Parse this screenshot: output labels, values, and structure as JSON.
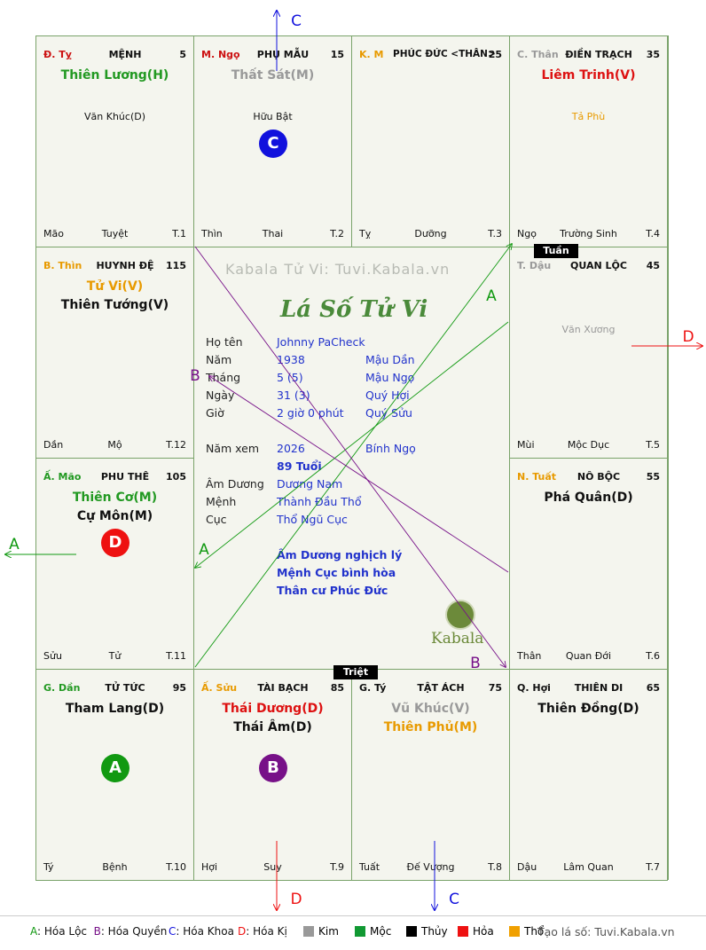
{
  "palaces": [
    {
      "branch": "Đ. Tỵ",
      "branch_color": "#cc1111",
      "name": "MỆNH",
      "number": "5",
      "stars_major": [
        {
          "text": "Thiên Lương(H)",
          "color": "#229922"
        }
      ],
      "stars_minor": [
        {
          "text": "Văn Khúc(D)",
          "color": "#111111"
        }
      ],
      "phase_left": "Mão",
      "phase_center": "Tuyệt",
      "phase_right": "T.1"
    },
    {
      "branch": "M. Ngọ",
      "branch_color": "#cc1111",
      "name": "PHỤ MẪU",
      "number": "15",
      "stars_major": [
        {
          "text": "Thất Sát(M)",
          "color": "#999999"
        }
      ],
      "stars_minor": [
        {
          "text": "Hữu Bật",
          "color": "#111111"
        }
      ],
      "phase_left": "Thìn",
      "phase_center": "Thai",
      "phase_right": "T.2"
    },
    {
      "branch": "K. M",
      "branch_color": "#e89a00",
      "name": "PHÚC ĐỨC <THÂN>",
      "number": "25",
      "stars_major": [],
      "stars_minor": [],
      "phase_left": "Tỵ",
      "phase_center": "Dưỡng",
      "phase_right": "T.3"
    },
    {
      "branch": "C. Thân",
      "branch_color": "#999999",
      "name": "ĐIỀN TRẠCH",
      "number": "35",
      "stars_major": [
        {
          "text": "Liêm Trinh(V)",
          "color": "#dd1111"
        }
      ],
      "stars_minor": [
        {
          "text": "Tả Phù",
          "color": "#e89a00"
        }
      ],
      "phase_left": "Ngọ",
      "phase_center": "Trường Sinh",
      "phase_right": "T.4"
    },
    {
      "branch": "T. Dậu",
      "branch_color": "#999999",
      "name": "QUAN LỘC",
      "number": "45",
      "stars_major": [],
      "stars_minor": [
        {
          "text": "Văn Xương",
          "color": "#999999"
        }
      ],
      "phase_left": "Mùi",
      "phase_center": "Mộc Dục",
      "phase_right": "T.5"
    },
    {
      "branch": "N. Tuất",
      "branch_color": "#e89a00",
      "name": "NÔ BỘC",
      "number": "55",
      "stars_major": [
        {
          "text": "Phá Quân(D)",
          "color": "#111111"
        }
      ],
      "stars_minor": [],
      "phase_left": "Thân",
      "phase_center": "Quan Đới",
      "phase_right": "T.6"
    },
    {
      "branch": "Q. Hợi",
      "branch_color": "#111111",
      "name": "THIÊN DI",
      "number": "65",
      "stars_major": [
        {
          "text": "Thiên Đồng(D)",
          "color": "#111111"
        }
      ],
      "stars_minor": [],
      "phase_left": "Dậu",
      "phase_center": "Lâm Quan",
      "phase_right": "T.7"
    },
    {
      "branch": "G. Tý",
      "branch_color": "#111111",
      "name": "TẬT ÁCH",
      "number": "75",
      "stars_major": [
        {
          "text": "Vũ Khúc(V)",
          "color": "#999999"
        },
        {
          "text": "Thiên Phủ(M)",
          "color": "#e89a00"
        }
      ],
      "stars_minor": [],
      "phase_left": "Tuất",
      "phase_center": "Đế Vượng",
      "phase_right": "T.8"
    },
    {
      "branch": "Ấ. Sửu",
      "branch_color": "#e89a00",
      "name": "TÀI BẠCH",
      "number": "85",
      "stars_major": [
        {
          "text": "Thái Dương(D)",
          "color": "#dd1111"
        },
        {
          "text": "Thái Âm(D)",
          "color": "#111111"
        }
      ],
      "stars_minor": [],
      "phase_left": "Hợi",
      "phase_center": "Suy",
      "phase_right": "T.9"
    },
    {
      "branch": "G. Dần",
      "branch_color": "#229922",
      "name": "TỬ TỨC",
      "number": "95",
      "stars_major": [
        {
          "text": "Tham Lang(D)",
          "color": "#111111"
        }
      ],
      "stars_minor": [],
      "phase_left": "Tý",
      "phase_center": "Bệnh",
      "phase_right": "T.10"
    },
    {
      "branch": "Ấ. Mão",
      "branch_color": "#229922",
      "name": "PHU THÊ",
      "number": "105",
      "stars_major": [
        {
          "text": "Thiên Cơ(M)",
          "color": "#229922"
        },
        {
          "text": "Cự Môn(M)",
          "color": "#111111"
        }
      ],
      "stars_minor": [],
      "phase_left": "Sửu",
      "phase_center": "Tử",
      "phase_right": "T.11"
    },
    {
      "branch": "B. Thìn",
      "branch_color": "#e89a00",
      "name": "HUYNH ĐỆ",
      "number": "115",
      "stars_major": [
        {
          "text": "Tử Vi(V)",
          "color": "#e89a00"
        },
        {
          "text": "Thiên Tướng(V)",
          "color": "#111111"
        }
      ],
      "stars_minor": [],
      "phase_left": "Dần",
      "phase_center": "Mộ",
      "phase_right": "T.12"
    }
  ],
  "hoa_markers": [
    {
      "palace": 0,
      "letter": "",
      "color": ""
    },
    {
      "palace": 1,
      "letter": "C",
      "color": "#1111dd"
    },
    {
      "palace": 10,
      "letter": "D",
      "color": "#ee1111"
    },
    {
      "palace": 9,
      "letter": "A",
      "color": "#119911"
    },
    {
      "palace": 8,
      "letter": "B",
      "color": "#771188"
    }
  ],
  "tags": {
    "tuan": "Tuần",
    "triet": "Triệt"
  },
  "center": {
    "watermark": "Kabala Tử Vi: Tuvi.Kabala.vn",
    "title": "Lá Số Tử Vi",
    "brand": "Kabala",
    "rows": [
      {
        "label": "Họ tên",
        "value": "Johnny PaCheck",
        "extra": ""
      },
      {
        "label": "Năm",
        "value": "1938",
        "extra": "Mậu Dần"
      },
      {
        "label": "Tháng",
        "value": "5  (5)",
        "extra": "Mậu Ngọ"
      },
      {
        "label": "Ngày",
        "value": "31  (3)",
        "extra": "Quý Hợi"
      },
      {
        "label": "Giờ",
        "value": "2 giờ 0 phút",
        "extra": "Quý Sửu"
      }
    ],
    "year_view": {
      "label": "Năm xem",
      "value": "2026",
      "extra": "Bính Ngọ"
    },
    "age": "89 Tuổi",
    "rows2": [
      {
        "label": "Âm Dương",
        "value": "Dương Nam"
      },
      {
        "label": "Mệnh",
        "value": "Thành Đầu Thổ"
      },
      {
        "label": "Cục",
        "value": "Thổ Ngũ Cục"
      }
    ],
    "notes": [
      "Âm Dương nghịch lý",
      "Mệnh Cục bình hòa",
      "Thân cư Phúc Đức"
    ]
  },
  "arrow_labels": [
    {
      "text": "C",
      "color": "#1111dd"
    },
    {
      "text": "D",
      "color": "#ee1111"
    },
    {
      "text": "A",
      "color": "#119911"
    },
    {
      "text": "D",
      "color": "#ee1111"
    },
    {
      "text": "C",
      "color": "#1111dd"
    },
    {
      "text": "A",
      "color": "#119911"
    },
    {
      "text": "A",
      "color": "#119911"
    },
    {
      "text": "B",
      "color": "#771188"
    },
    {
      "text": "B",
      "color": "#771188"
    }
  ],
  "footer": {
    "hoa": [
      {
        "key": "A",
        "text": ": Hóa Lộc",
        "color": "#119911"
      },
      {
        "key": "B",
        "text": ": Hóa Quyền",
        "color": "#771188"
      },
      {
        "key": "C",
        "text": ": Hóa Khoa",
        "color": "#1111dd"
      },
      {
        "key": "D",
        "text": ": Hóa Kị",
        "color": "#ee1111"
      }
    ],
    "elements": [
      {
        "name": "Kim",
        "color": "#999999"
      },
      {
        "name": "Mộc",
        "color": "#119933"
      },
      {
        "name": "Thủy",
        "color": "#000000"
      },
      {
        "name": "Hỏa",
        "color": "#ee1111"
      },
      {
        "name": "Thổ",
        "color": "#f0a000"
      }
    ],
    "credit": "Tạo lá số: Tuvi.Kabala.vn"
  }
}
